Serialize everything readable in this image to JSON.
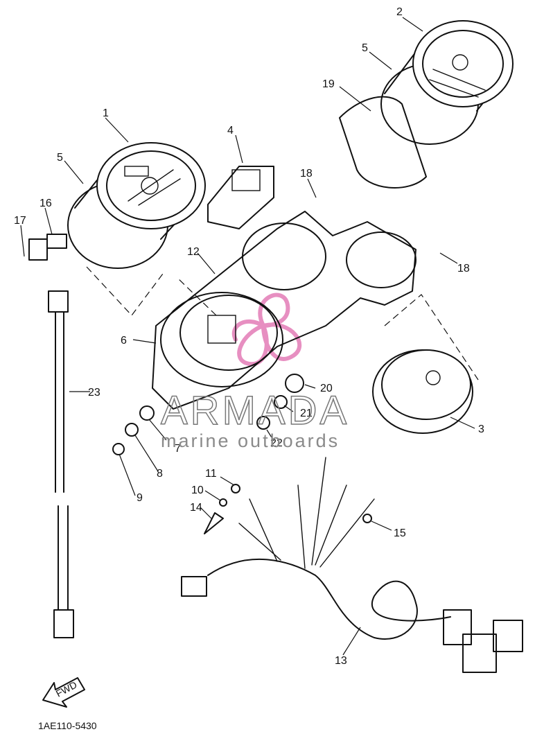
{
  "diagram": {
    "code": "1AE110-5430",
    "front_arrow_text": "FWD",
    "callouts": {
      "c1": "1",
      "c2": "2",
      "c3": "3",
      "c4": "4",
      "c5a": "5",
      "c5b": "5",
      "c6": "6",
      "c7": "7",
      "c8": "8",
      "c9": "9",
      "c10": "10",
      "c11": "11",
      "c12": "12",
      "c13": "13",
      "c14": "14",
      "c15": "15",
      "c16": "16",
      "c17": "17",
      "c18a": "18",
      "c18b": "18",
      "c19": "19",
      "c20": "20",
      "c21": "21",
      "c22": "22",
      "c23": "23"
    },
    "watermark": {
      "brand": "ARMADA",
      "tagline": "marine outboards",
      "logo_color": "#e78fc1"
    }
  }
}
